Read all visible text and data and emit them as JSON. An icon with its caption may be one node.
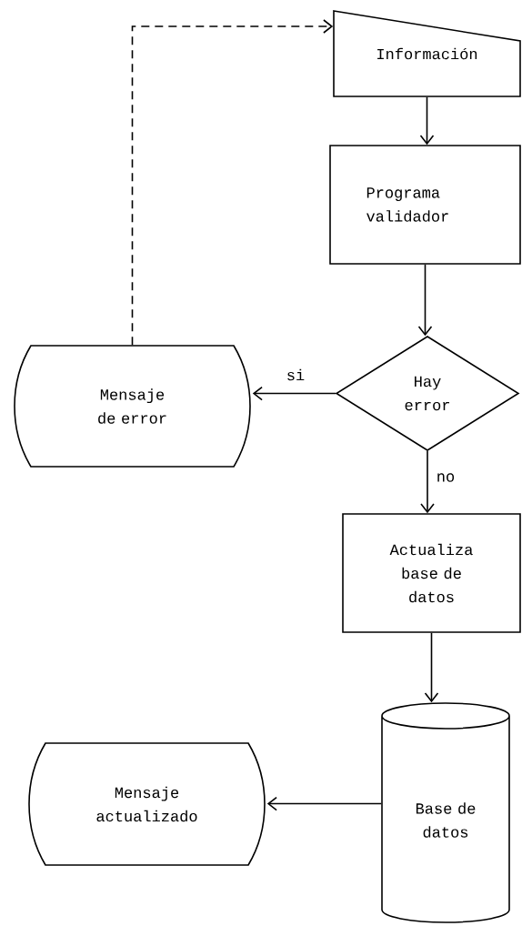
{
  "diagram": {
    "nodes": [
      {
        "text": [
          "Información"
        ]
      },
      {
        "text": [
          "Programa validador"
        ]
      },
      {
        "text": [
          "Hay error"
        ]
      },
      {
        "text": [
          "Mensaje de error"
        ]
      },
      {
        "text": [
          "Actualiza base de datos"
        ]
      },
      {
        "text": [
          "Base de datos"
        ]
      },
      {
        "text": [
          "Mensaje actualizado"
        ]
      }
    ],
    "edges": [
      {
        "from": 0,
        "to": 1,
        "arrow": "to"
      },
      {
        "from": 1,
        "to": 2,
        "arrow": "to"
      },
      {
        "from": 2,
        "to": 3,
        "arrow": "to",
        "label": "si"
      },
      {
        "from": 2,
        "to": 4,
        "arrow": "to",
        "label": "no"
      },
      {
        "from": 3,
        "to": 0,
        "arrow": "to",
        "style": "dashed"
      },
      {
        "from": 4,
        "to": 5,
        "arrow": "to"
      },
      {
        "from": 5,
        "to": 6,
        "arrow": "to"
      }
    ]
  }
}
